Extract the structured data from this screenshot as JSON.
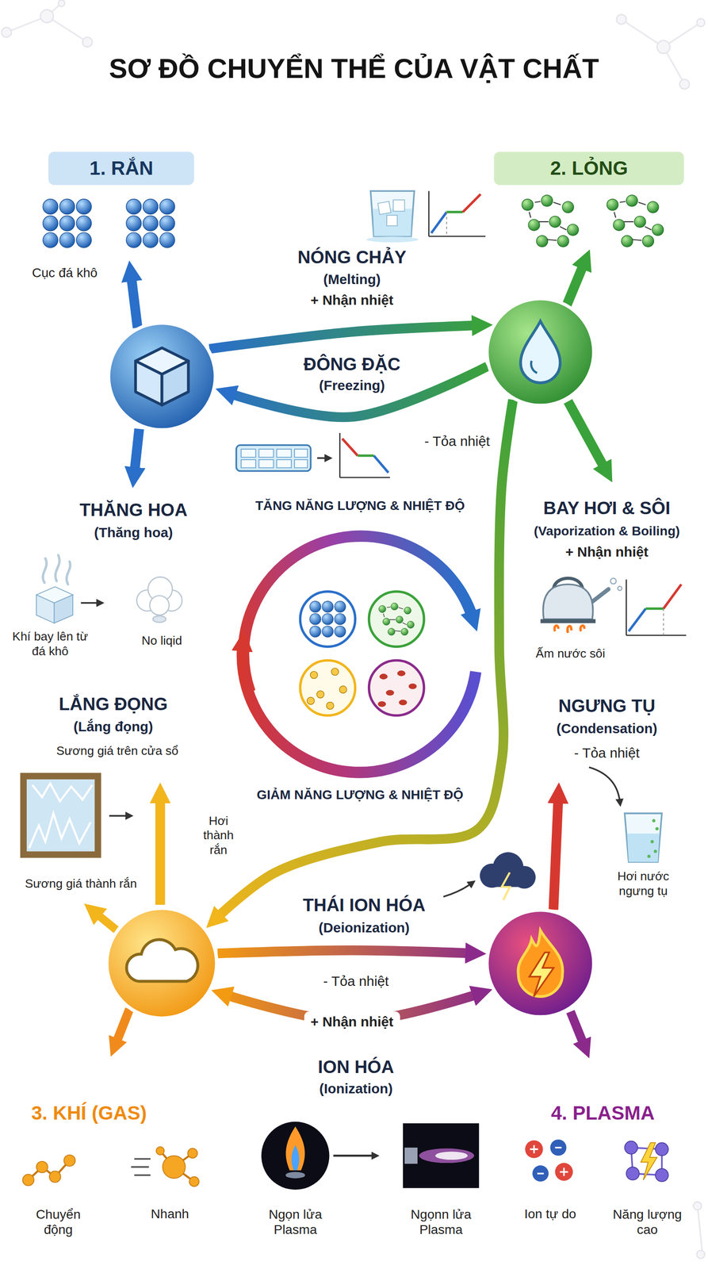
{
  "diagram": {
    "title": "SƠ ĐỒ CHUYỂN THỂ CỦA VẬT CHẤT",
    "nodes": [
      {
        "text": [
          "1. RẮN"
        ]
      },
      {
        "text": [
          "2. LỎNG"
        ]
      },
      {
        "text": [
          "3. KHÍ (GAS)"
        ]
      },
      {
        "text": [
          "4. PLASMA"
        ]
      }
    ],
    "edges": [
      {
        "from": 0,
        "to": 1,
        "arrow": "to"
      },
      {
        "from": 1,
        "to": 0,
        "arrow": "to"
      },
      {
        "from": 1,
        "to": 2,
        "arrow": "to"
      },
      {
        "from": 2,
        "to": 3,
        "arrow": "to",
        "label": "- Tỏa nhiệt"
      },
      {
        "from": 2,
        "to": 3,
        "arrow": "both",
        "label": "+ Nhận nhiệt"
      }
    ],
    "labels": [
      "Cục đá khô",
      "NÓNG CHẢY",
      "(Melting)",
      "+ Nhận nhiệt",
      "ĐÔNG ĐẶC",
      "(Freezing)",
      "- Tỏa nhiệt",
      "THĂNG HOA",
      "(Thăng hoa)",
      "Khí bay lên từ đá khô",
      "No liqid",
      "TĂNG NĂNG LƯỢNG & NHIỆT ĐỘ",
      "BAY HƠI & SÔI",
      "(Vaporization & Boiling)",
      "+ Nhận nhiệt",
      "Ấm nước sôi",
      "GIẢM NĂNG LƯỢNG & NHIỆT ĐỘ",
      "LẮNG ĐỌNG",
      "(Lắng đọng)",
      "Sương giá trên cửa sổ",
      "NGƯNG TỤ",
      "(Condensation)",
      "- Tỏa nhiệt",
      "Hơi thành rắn",
      "Sương giá thành rắn",
      "Hơi nước ngưng tụ",
      "THÁI ION HÓA",
      "(Deionization)",
      "ION HÓA",
      "(Ionization)",
      "Chuyển động",
      "Nhanh",
      "Ngọn lửa Plasma",
      "Ngọnn lửa Plasma",
      "Ion tự do",
      "Năng lượng cao"
    ]
  }
}
